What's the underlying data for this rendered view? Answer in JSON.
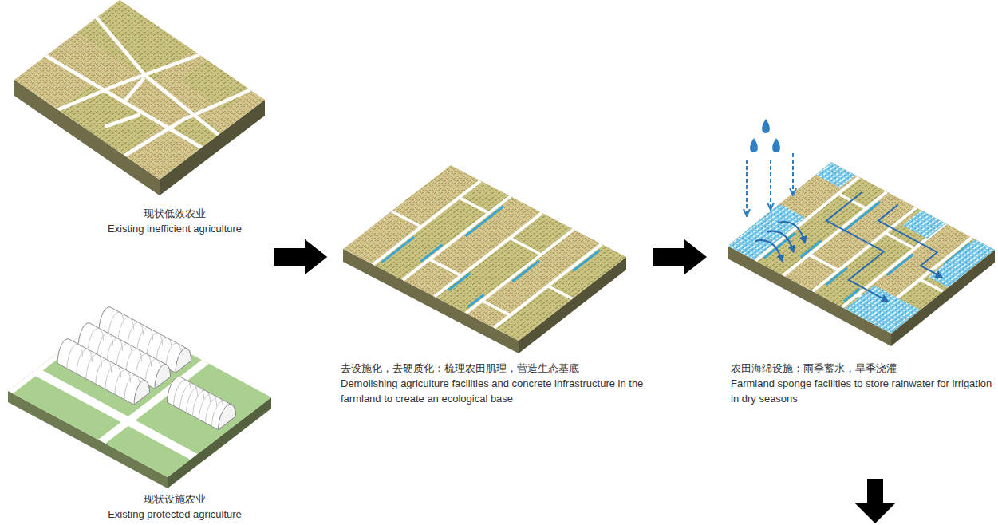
{
  "diagram": {
    "nodes": [
      {
        "text": [
          "现状低效农业",
          "Existing inefficient agriculture"
        ]
      },
      {
        "text": [
          "现状设施农业",
          "Existing protected agriculture"
        ]
      },
      {
        "text": [
          "去设施化，去硬质化：梳理农田肌理，营造生态基底",
          "Demolishing agriculture facilities and concrete infrastructure in the farmland to create an ecological base"
        ]
      },
      {
        "text": [
          "农田海绵设施：雨季蓄水，旱季浇灌",
          "Farmland sponge facilities to store rainwater for irrigation in dry seasons"
        ]
      }
    ],
    "edges": [
      {
        "from": 0,
        "to": 2,
        "arrow": "to"
      },
      {
        "from": 1,
        "to": 2,
        "arrow": "to"
      },
      {
        "from": 2,
        "to": 3,
        "arrow": "to"
      }
    ]
  }
}
